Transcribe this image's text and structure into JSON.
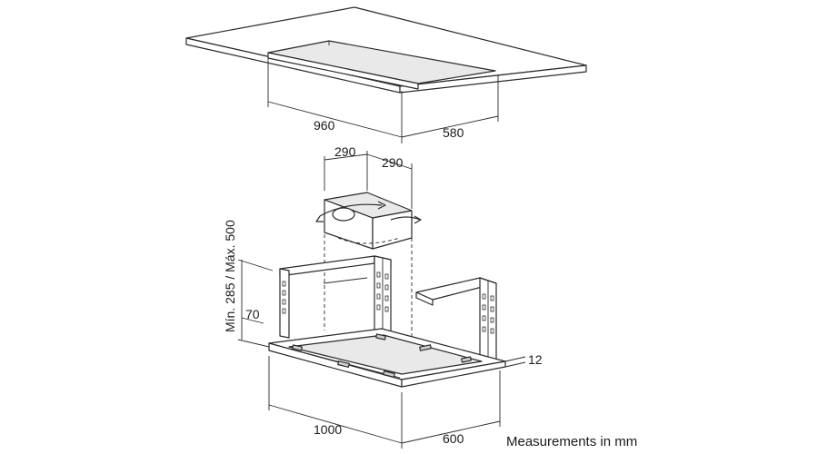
{
  "dimensions": {
    "cutout_length": "960",
    "cutout_width": "580",
    "motor_depth_a": "290",
    "motor_depth_b": "290",
    "height_range": "Mín. 285 / Máx. 500",
    "frame_height": "70",
    "panel_thickness": "12",
    "hood_length": "1000",
    "hood_width": "600"
  },
  "note": "Measurements in mm"
}
